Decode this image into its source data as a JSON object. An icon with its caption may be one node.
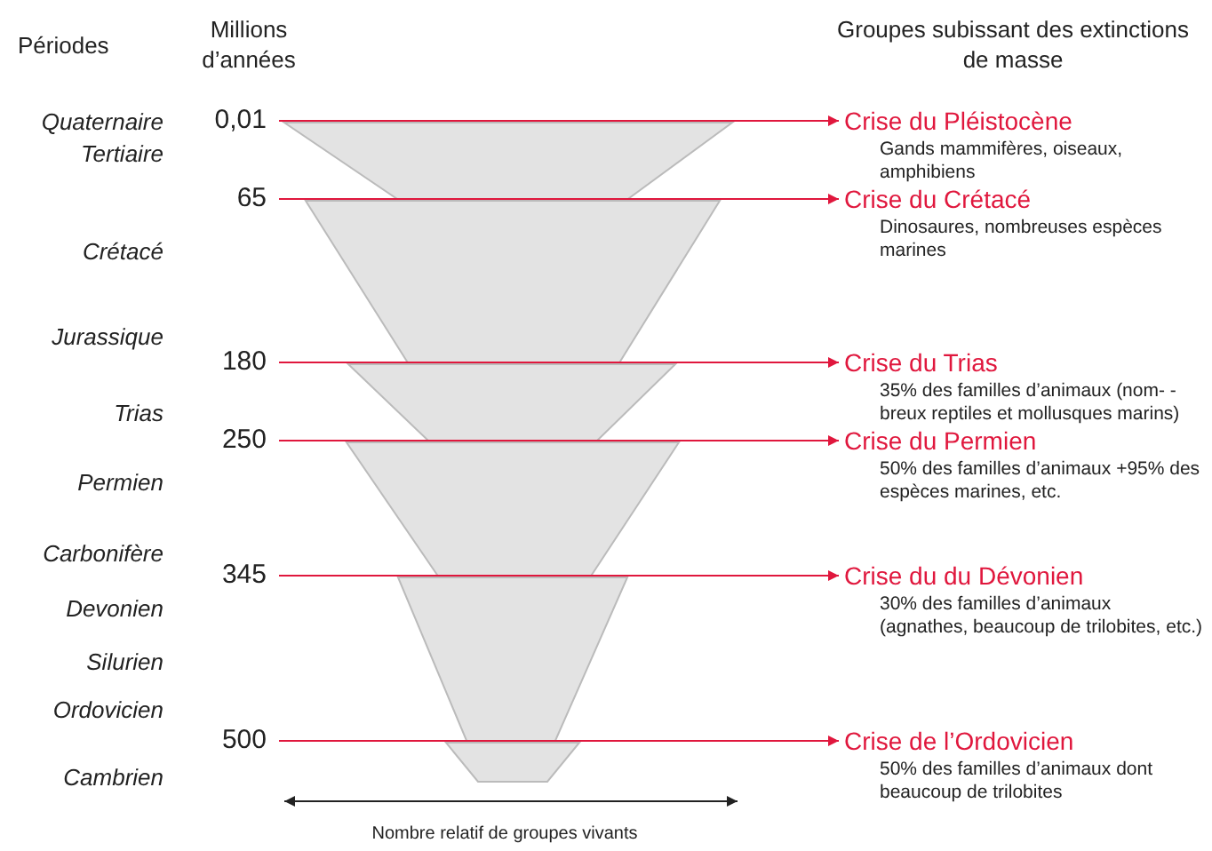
{
  "diagram": {
    "nodes": [
      {
        "text": [
          "0,01"
        ]
      },
      {
        "text": [
          "Crise du Pléistocène",
          "Gands mammifères, oiseaux, amphibiens"
        ]
      },
      {
        "text": [
          "65"
        ]
      },
      {
        "text": [
          "Crise du Crétacé",
          "Dinosaures, nombreuses espèces marines"
        ]
      },
      {
        "text": [
          "180"
        ]
      },
      {
        "text": [
          "Crise du Trias",
          "35% des familles d’animaux (nom- -breux reptiles et mollusques marins)"
        ]
      },
      {
        "text": [
          "250"
        ]
      },
      {
        "text": [
          "Crise du Permien",
          "50% des familles d’animaux +95% des espèces marines, etc."
        ]
      },
      {
        "text": [
          "345"
        ]
      },
      {
        "text": [
          "Crise du du Dévonien",
          "30% des familles d’animaux (agnathes, beaucoup de trilobites, etc.)"
        ]
      },
      {
        "text": [
          "500"
        ]
      },
      {
        "text": [
          "Crise de l’Ordovicien",
          "50% des familles d’animaux dont beaucoup de trilobites"
        ]
      }
    ],
    "edges": [
      {
        "from": 0,
        "to": 1,
        "arrow": "to"
      },
      {
        "from": 2,
        "to": 3,
        "arrow": "to"
      },
      {
        "from": 4,
        "to": 5,
        "arrow": "to"
      },
      {
        "from": 6,
        "to": 7,
        "arrow": "to"
      },
      {
        "from": 8,
        "to": 9,
        "arrow": "to"
      },
      {
        "from": 10,
        "to": 11,
        "arrow": "to"
      }
    ],
    "labels": [
      "Périodes",
      "Millions d’années",
      "Groupes subissant des extinctions de masse",
      "Quaternaire",
      "Tertiaire",
      "Crétacé",
      "Jurassique",
      "Trias",
      "Permien",
      "Carbonifère",
      "Devonien",
      "Silurien",
      "Ordovicien",
      "Cambrien",
      "Nombre relatif de groupes vivants"
    ]
  }
}
